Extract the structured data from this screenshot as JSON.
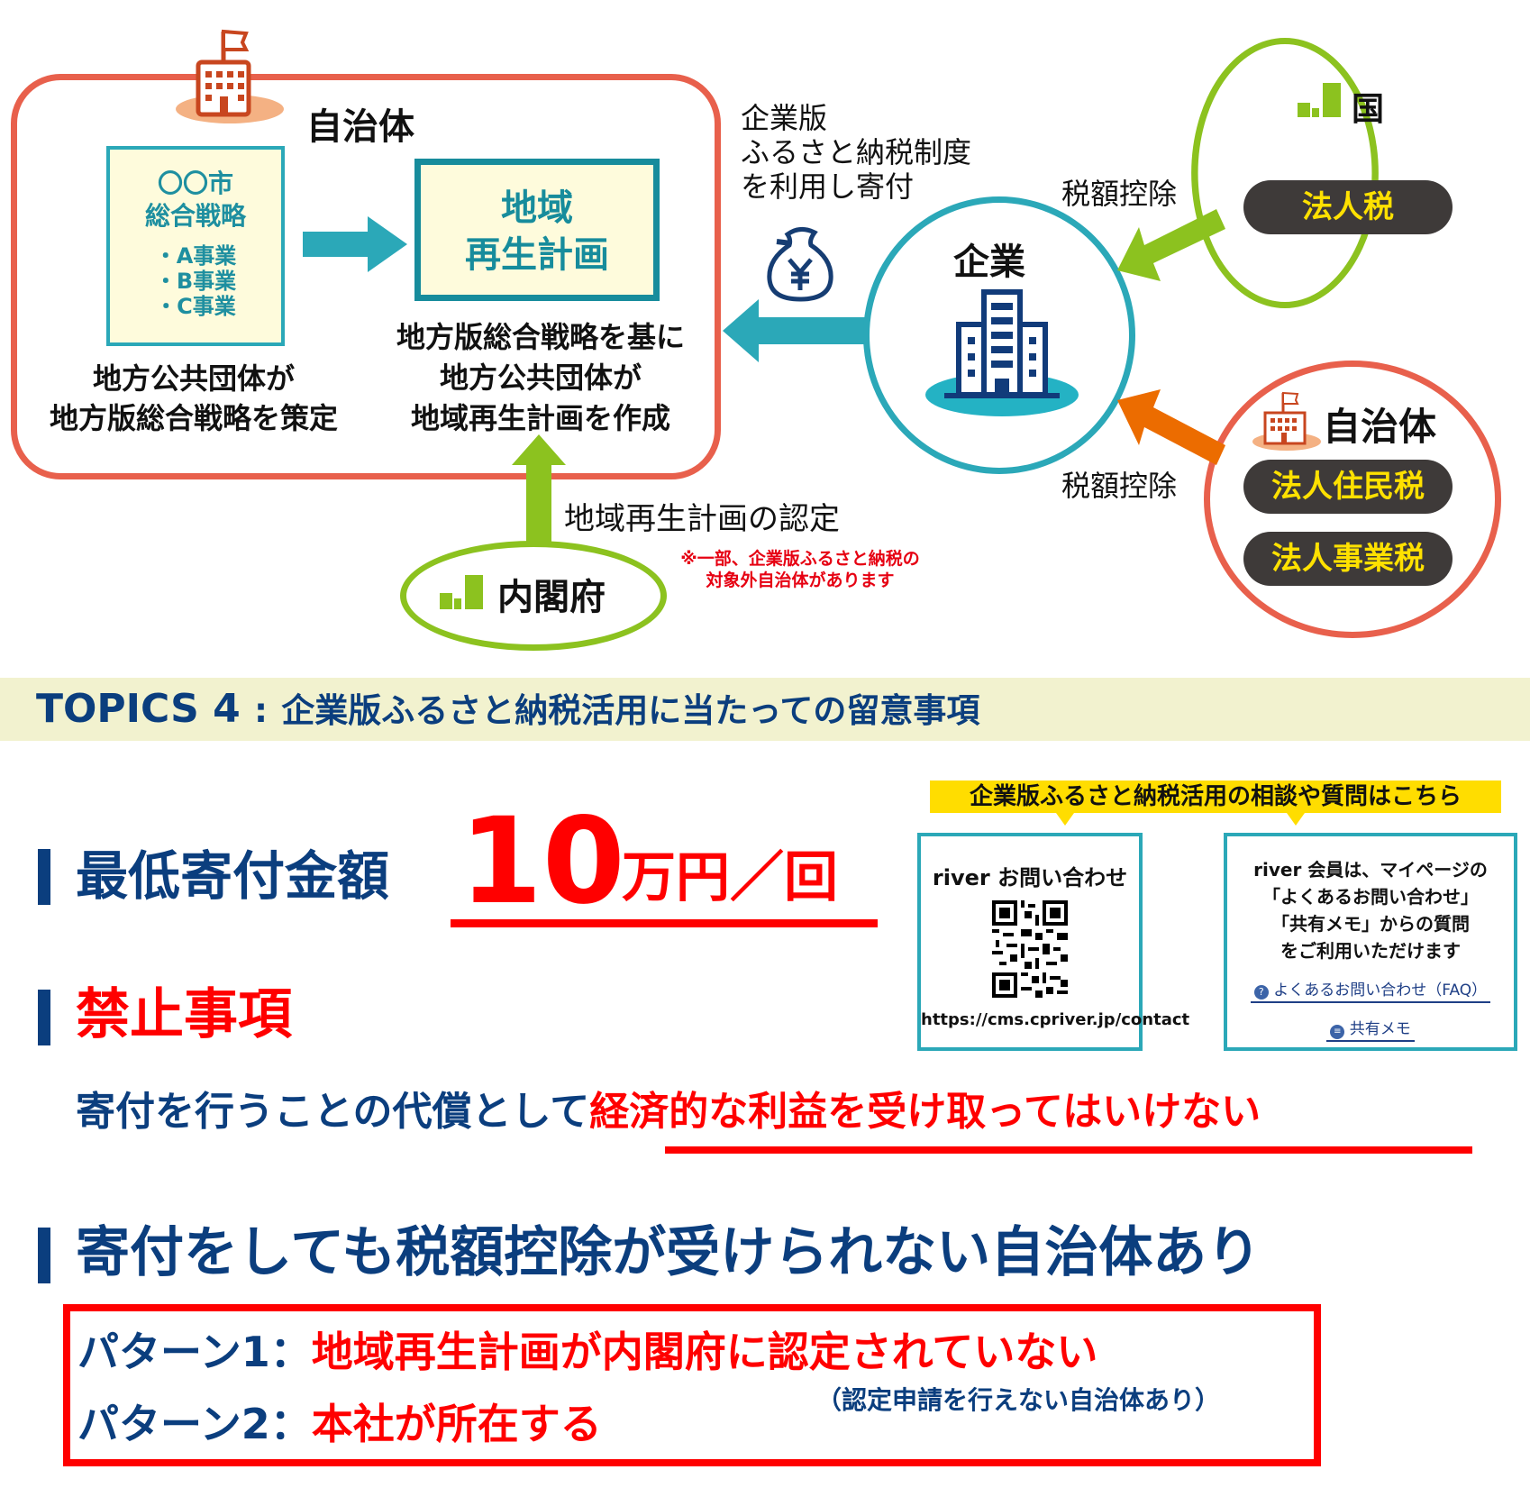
{
  "diagram": {
    "local_gov_box": {
      "title": "自治体",
      "strategy_card": {
        "line1": "〇〇市",
        "line2": "総合戦略",
        "items": [
          "・A事業",
          "・B事業",
          "・C事業"
        ]
      },
      "strategy_caption": [
        "地方公共団体が",
        "地方版総合戦略を策定"
      ],
      "plan_card": {
        "line1": "地域",
        "line2": "再生計画"
      },
      "plan_caption": [
        "地方版総合戦略を基に",
        "地方公共団体が",
        "地域再生計画を作成"
      ]
    },
    "donation_label": [
      "企業版",
      "ふるさと納税制度",
      "を利用し寄付"
    ],
    "company": {
      "label": "企業"
    },
    "national": {
      "label": "国",
      "tax": "法人税",
      "arrow_label": "税額控除"
    },
    "local_tax": {
      "label": "自治体",
      "taxes": [
        "法人住民税",
        "法人事業税"
      ],
      "arrow_label": "税額控除"
    },
    "cabinet": {
      "label": "内閣府",
      "arrow_label": "地域再生計画の認定"
    },
    "note": [
      "※一部、企業版ふるさと納税の",
      "対象外自治体があります"
    ],
    "colors": {
      "coral": "#E8604C",
      "teal": "#2BA8B8",
      "green": "#8CC21F",
      "orange": "#EC6C00",
      "navy": "#0B3E7E",
      "pill_bg": "#3E3A39",
      "pill_text": "#FFE100"
    }
  },
  "topics": {
    "number": "TOPICS 4",
    "separator": ":",
    "title": "企業版ふるさと納税活用に当たっての留意事項"
  },
  "min_donation": {
    "label": "最低寄付金額",
    "amount": "10",
    "unit": "万円／回"
  },
  "contact": {
    "banner": "企業版ふるさと納税活用の相談や質問はこちら",
    "card1": {
      "title": "river お問い合わせ",
      "url": "https://cms.cpriver.jp/contact"
    },
    "card2": {
      "lines": [
        "river 会員は、マイページの",
        "「よくあるお問い合わせ」",
        "「共有メモ」からの質問",
        "をご利用いただけます"
      ],
      "faq_link": "よくあるお問い合わせ（FAQ）",
      "memo_link": "共有メモ"
    }
  },
  "prohibited": {
    "heading": "禁止事項",
    "text_prefix": "寄付を行うことの代償として",
    "text_emphasis": "経済的な利益を受け取ってはいけない"
  },
  "no_deduction": {
    "heading": "寄付をしても税額控除が受けられない自治体あり",
    "patterns": [
      {
        "label": "パターン1：",
        "text": "地域再生計画が内閣府に認定されていない"
      },
      {
        "label": "パターン2：",
        "text": "本社が所在する"
      }
    ],
    "note": "（認定申請を行えない自治体あり）"
  }
}
